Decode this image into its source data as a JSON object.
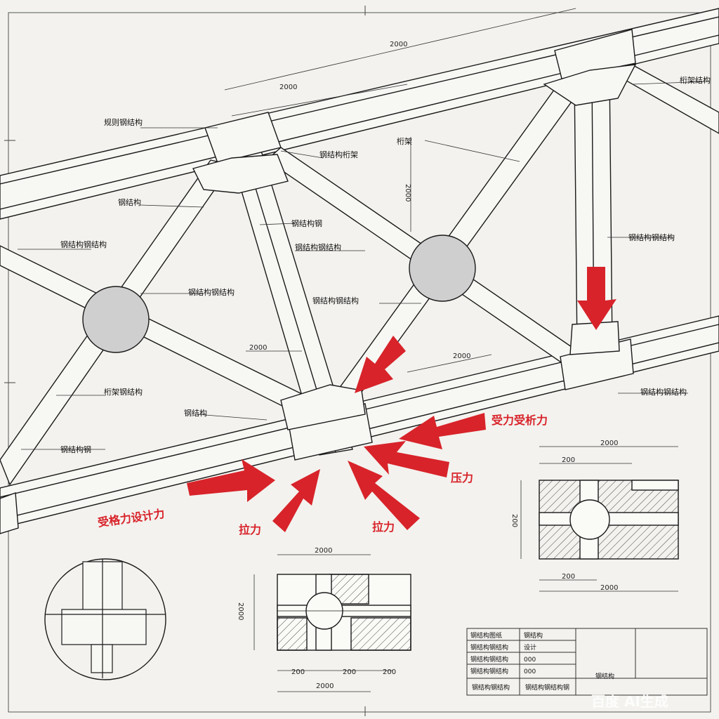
{
  "dimensions": {
    "top_span": "2000",
    "top_sub": "2000",
    "mid_left": "2000",
    "mid_right": "2000",
    "vertical_right": "2000",
    "detail_left_top": "2000",
    "detail_left_side": "2000",
    "detail_left_b1": "200",
    "detail_left_b2": "200",
    "detail_left_b3": "200",
    "detail_left_bottom": "2000",
    "detail_right_top": "2000",
    "detail_right_sub": "200",
    "detail_right_side": "200",
    "detail_right_b1": "200",
    "detail_right_bottom": "2000"
  },
  "labels": [
    "规则钢结构",
    "钢结构桁架",
    "钢结构",
    "钢结构钢结构",
    "桁架",
    "钢结构钢结构",
    "钢结构钢",
    "钢结构钢结构",
    "钢结构钢结构",
    "桁架钢结构",
    "钢结构",
    "钢结构钢",
    "钢结构钢结构",
    "钢结构钢结构",
    "桁架结构"
  ],
  "force_labels": {
    "analysis": "受力受析力",
    "pressure": "压力",
    "design": "受格力设计力",
    "tension_left": "拉力",
    "tension_right": "拉力"
  },
  "title_block": {
    "rows": [
      "钢结构图纸",
      "钢结构钢结构",
      "钢结构钢结构",
      "钢结构钢结构"
    ],
    "values": [
      "钢结构",
      "设计",
      "000",
      "000"
    ],
    "bottom_left": "钢结构钢结构",
    "bottom_mid": "钢结构钢结构钢",
    "bottom_right": "钢结构"
  },
  "watermark": "百度 AI生成",
  "colors": {
    "paper": "#f3f2ee",
    "line": "#1a1a1a",
    "arrow": "#d8232a",
    "joint": "#cfcfcf"
  }
}
